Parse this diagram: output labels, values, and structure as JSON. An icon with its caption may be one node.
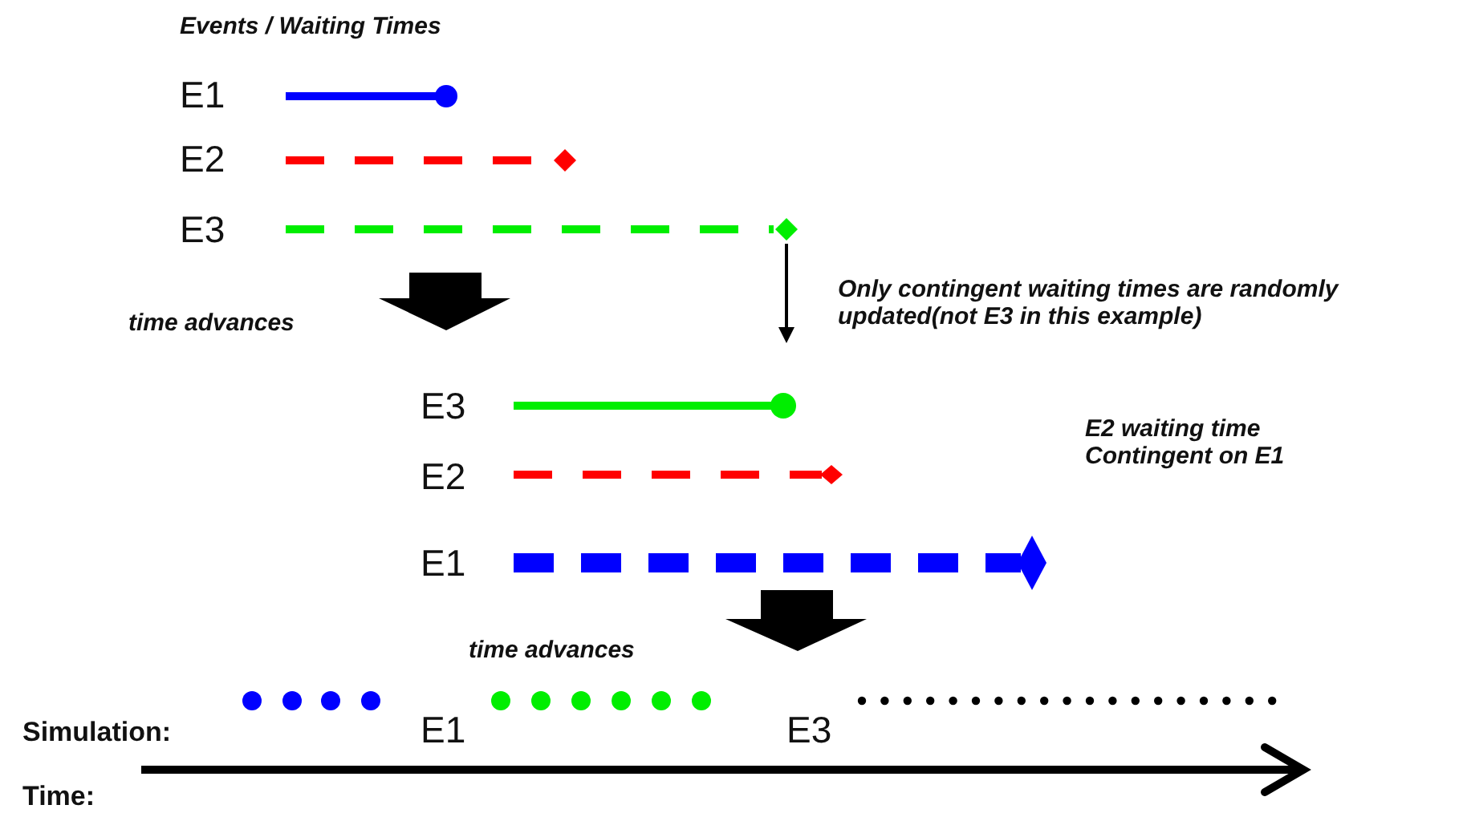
{
  "diagram": {
    "title": "Events / Waiting Times",
    "labels": [
      "E1",
      "E2",
      "E3",
      "time advances",
      "Only contingent waiting times are randomly updated(not E3 in this example)",
      "E3",
      "E2",
      "E1",
      "E2 waiting time Contingent on E1",
      "time advances",
      "Simulation:",
      "E1",
      "E3",
      "Time:"
    ]
  }
}
